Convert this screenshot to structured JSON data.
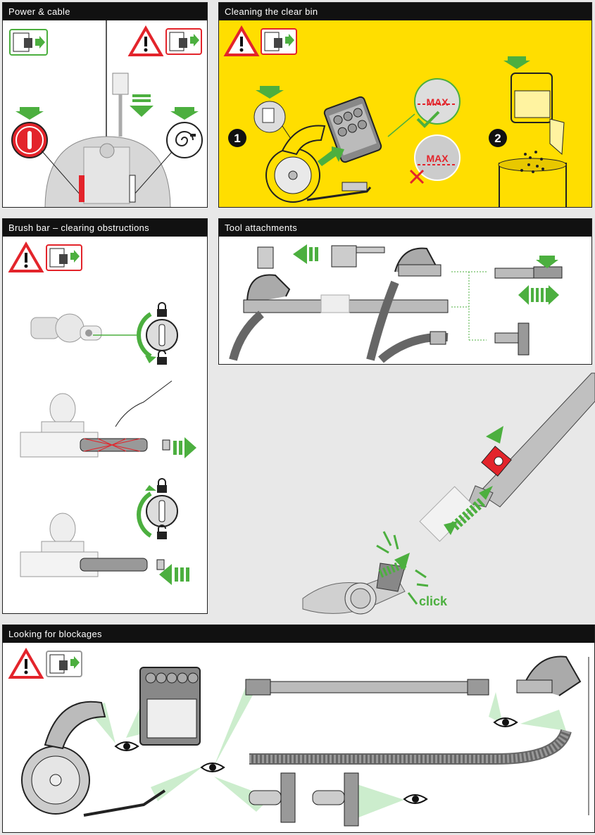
{
  "panels": {
    "power": {
      "title": "Power & cable"
    },
    "bin": {
      "title": "Cleaning the clear bin",
      "step1": "1",
      "step2": "2",
      "max_ok": "MAX",
      "max_bad": "MAX"
    },
    "brush": {
      "title": "Brush bar – clearing obstructions"
    },
    "tools": {
      "title": "Tool attachments"
    },
    "click": {
      "label": "click"
    },
    "blockages": {
      "title": "Looking for blockages"
    }
  },
  "colors": {
    "green": "#4caf3f",
    "red": "#e3242b",
    "yellow": "#ffde00",
    "header": "#111111",
    "grey": "#bdbdbd"
  },
  "icons": [
    "warning-icon",
    "unplug-icon",
    "eye-icon",
    "lock-icon",
    "unlock-icon",
    "arrow-down-icon",
    "arrow-right-icon"
  ]
}
